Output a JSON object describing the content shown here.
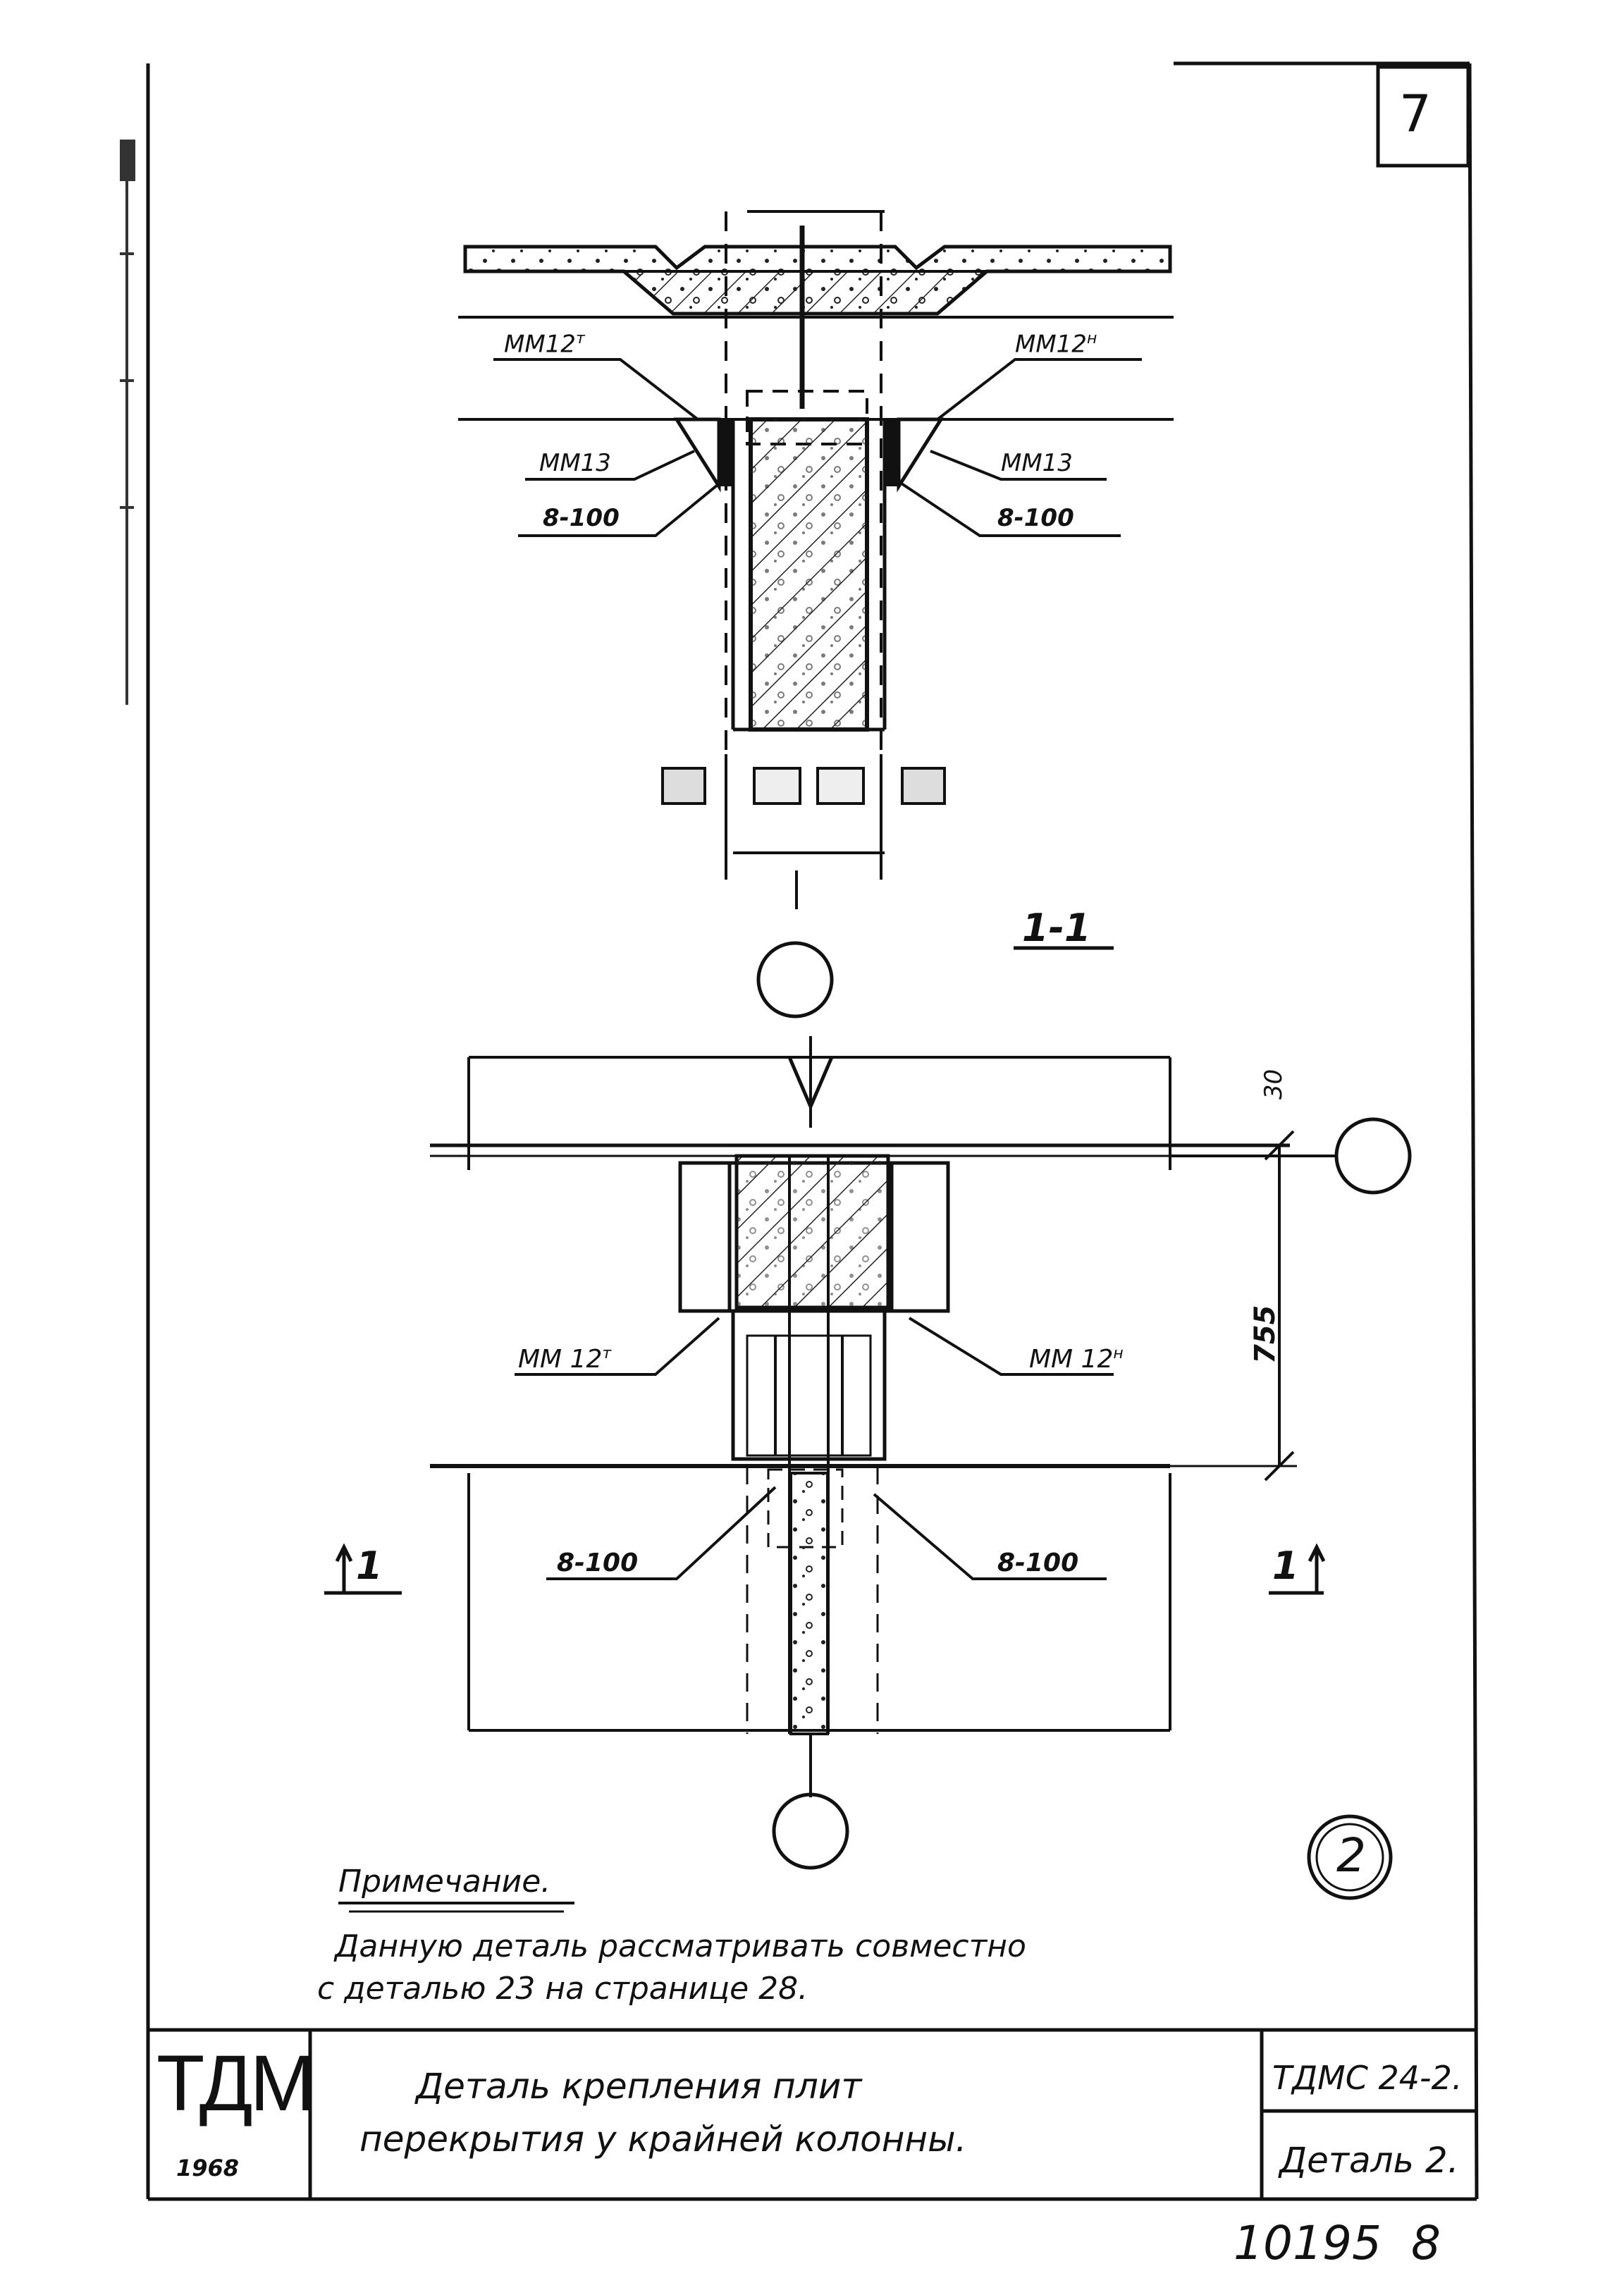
{
  "sheet": {
    "page_number": "7",
    "bottom_code": "10195",
    "bottom_page": "8"
  },
  "section_top": {
    "labels": {
      "mm12_left": "ММ12",
      "mm12_left_sup": "т",
      "mm12_right": "ММ12",
      "mm12_right_sup": "н",
      "mm13_left": "ММ13",
      "mm13_right": "ММ13",
      "weld_left": "8-100",
      "weld_right": "8-100",
      "cut_label": "1-1"
    }
  },
  "plan_bottom": {
    "labels": {
      "dim_30": "30",
      "dim_755": "755",
      "mm12_left": "ММ 12",
      "mm12_left_sup": "т",
      "mm12_right": "ММ 12",
      "mm12_right_sup": "н",
      "weld_left": "8-100",
      "weld_right": "8-100",
      "cut_left": "1",
      "cut_right": "1"
    }
  },
  "detail_mark": "2",
  "note": {
    "heading": "Примечание.",
    "line1": "Данную деталь рассматривать совместно",
    "line2": "с деталью 23    на странице 28."
  },
  "title_block": {
    "logo": "ТДМ",
    "year": "1968",
    "title_line1": "Деталь   крепления   плит",
    "title_line2": "перекрытия   у крайней  колонны.",
    "doc_code": "ТДМС 24-2.",
    "detail_ref": "Деталь 2."
  }
}
